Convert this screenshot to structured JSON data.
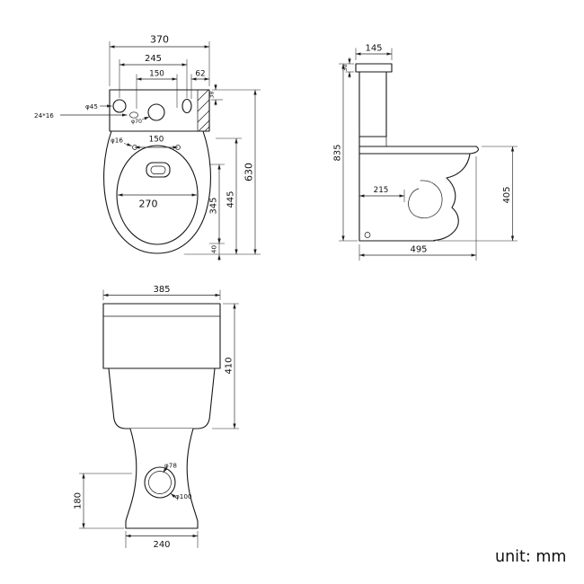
{
  "unit_label": "unit: mm",
  "colors": {
    "line": "#161616",
    "bowl_fill": "#d7d7d7"
  },
  "top_view": {
    "total_width": "370",
    "holes_span": "245",
    "holes_span_inner": "150",
    "hole_offset_right": "62",
    "hole_left_dia": "φ45",
    "hole_slot": "24*16",
    "hole_mid_dia": "φ70",
    "hole_top_offset": "38",
    "seat_hole_dia": "φ16",
    "seat_hole_span": "150",
    "bowl_inner_width": "270",
    "total_depth": "630",
    "bowl_depth": "445",
    "seat_depth": "345",
    "front_offset": "40"
  },
  "side_view": {
    "tank_top_width": "145",
    "lid_height": "30",
    "total_height": "835",
    "trap_distance": "215",
    "rim_height": "405",
    "total_depth": "495"
  },
  "front_view": {
    "total_width": "385",
    "height_to_rim": "410",
    "base_height": "180",
    "drain_inner_dia": "φ78",
    "drain_outer_dia": "φ100",
    "base_width": "240"
  }
}
